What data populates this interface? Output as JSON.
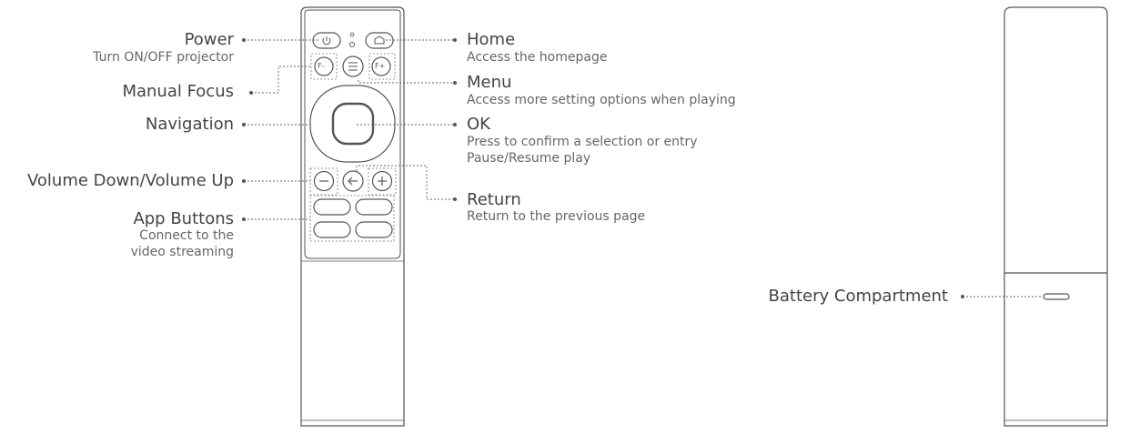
{
  "labels": {
    "power": {
      "title": "Power",
      "desc": "Turn ON/OFF projector"
    },
    "manual_focus": {
      "title": "Manual Focus"
    },
    "navigation": {
      "title": "Navigation"
    },
    "volume": {
      "title": "Volume Down/Volume Up"
    },
    "app_buttons": {
      "title": "App Buttons",
      "desc_line1": "Connect to the",
      "desc_line2": "video streaming"
    },
    "home": {
      "title": "Home",
      "desc": "Access the homepage"
    },
    "menu": {
      "title": "Menu",
      "desc": "Access more setting options when playing"
    },
    "ok": {
      "title": "OK",
      "desc_line1": "Press to confirm a selection or entry",
      "desc_line2": "Pause/Resume play"
    },
    "return": {
      "title": "Return",
      "desc": "Return to the previous page"
    },
    "battery": {
      "title": "Battery Compartment"
    }
  },
  "remote_buttons": {
    "focus_minus": "F-",
    "focus_plus": "F+"
  },
  "icons": [
    "power-icon",
    "home-icon",
    "menu-icon",
    "volume-down-icon",
    "return-icon",
    "volume-up-icon"
  ],
  "colors": {
    "line": "#555555",
    "leader": "#666666",
    "text": "#555555"
  }
}
